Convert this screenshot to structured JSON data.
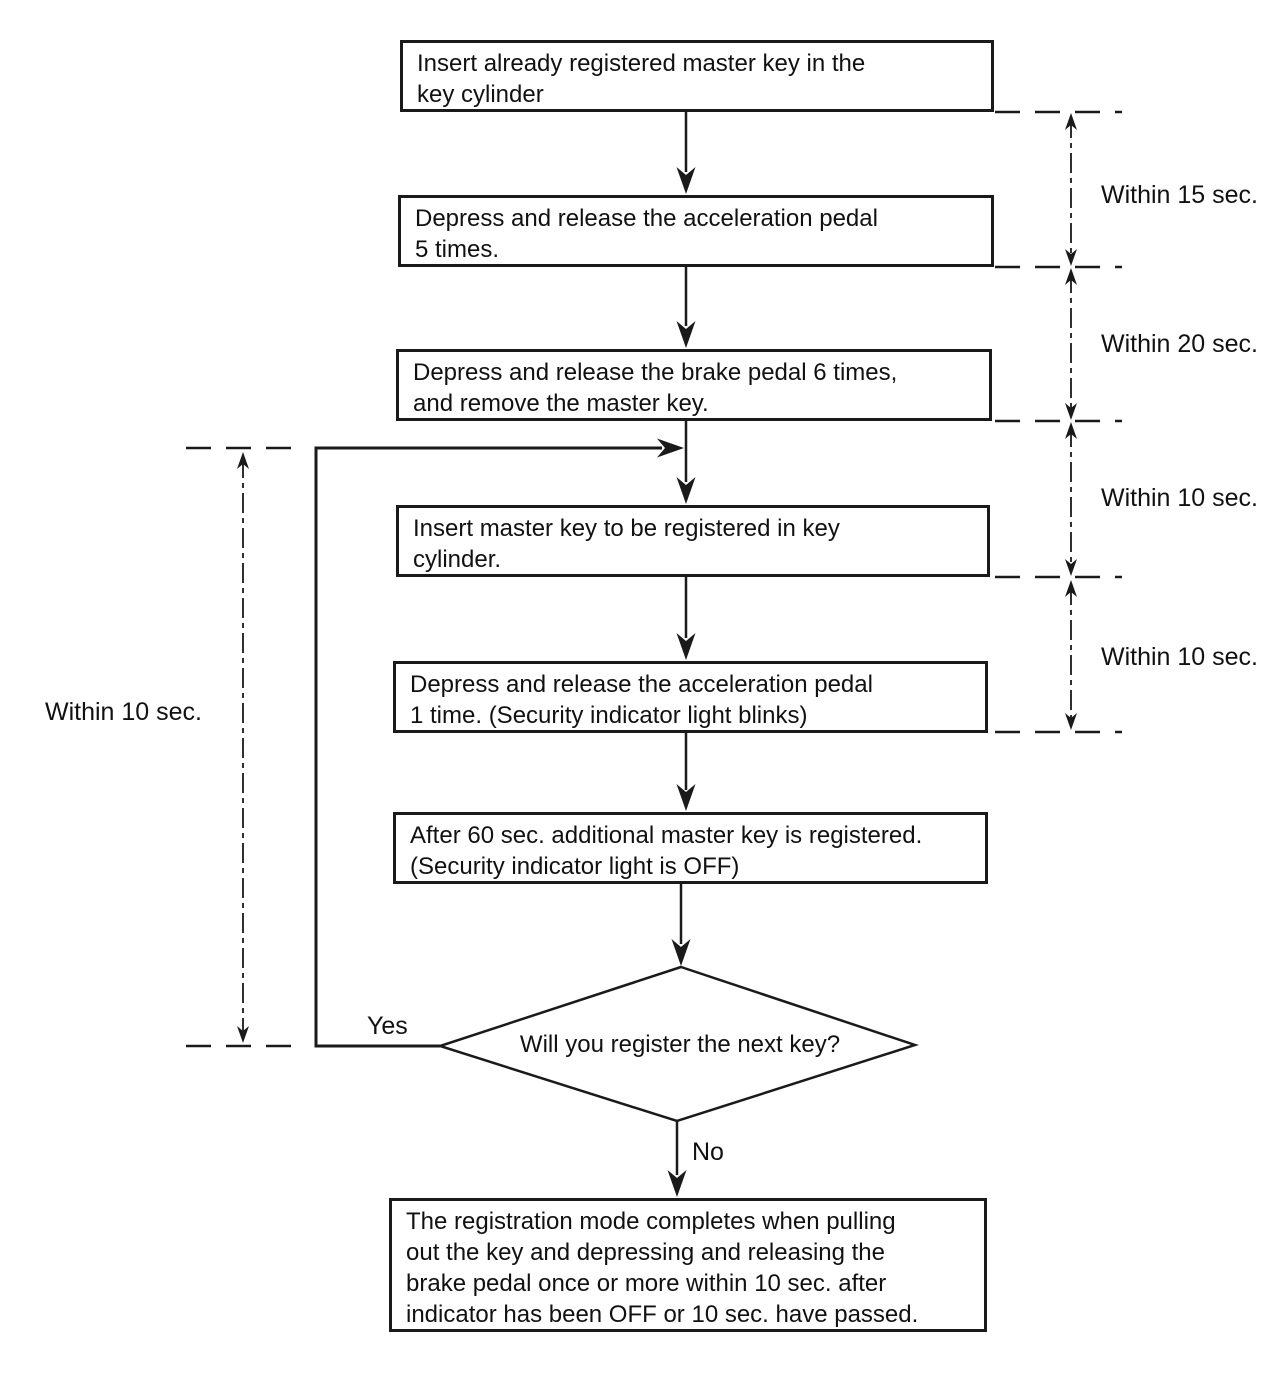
{
  "flowchart": {
    "boxes": [
      {
        "id": "step-1",
        "lines": [
          "Insert already registered master key in the",
          "key cylinder"
        ]
      },
      {
        "id": "step-2",
        "lines": [
          "Depress and release the acceleration pedal",
          "5 times."
        ]
      },
      {
        "id": "step-3",
        "lines": [
          "Depress and release the brake pedal 6 times,",
          "and remove the master key."
        ]
      },
      {
        "id": "step-4",
        "lines": [
          "Insert master key to be registered in key",
          "cylinder."
        ]
      },
      {
        "id": "step-5",
        "lines": [
          "Depress and release the acceleration pedal",
          "1 time. (Security indicator light blinks)"
        ]
      },
      {
        "id": "step-6",
        "lines": [
          "After 60 sec. additional master key is registered.",
          "(Security indicator light is OFF)"
        ]
      },
      {
        "id": "step-7",
        "lines": [
          "The registration mode completes when pulling",
          "out the key and depressing and releasing the",
          "brake pedal once or more within 10 sec. after",
          "indicator has been OFF or 10 sec. have passed."
        ]
      }
    ],
    "decision": {
      "label": "Will you register the next key?",
      "yes_label": "Yes",
      "no_label": "No"
    },
    "timing_labels_right": [
      {
        "label": "Within 15 sec."
      },
      {
        "label": "Within 20 sec."
      },
      {
        "label": "Within 10 sec."
      },
      {
        "label": "Within 10 sec."
      }
    ],
    "timing_label_left": {
      "label": "Within 10 sec."
    },
    "colors": {
      "ink": "#1a1a1a",
      "background": "#ffffff"
    }
  }
}
